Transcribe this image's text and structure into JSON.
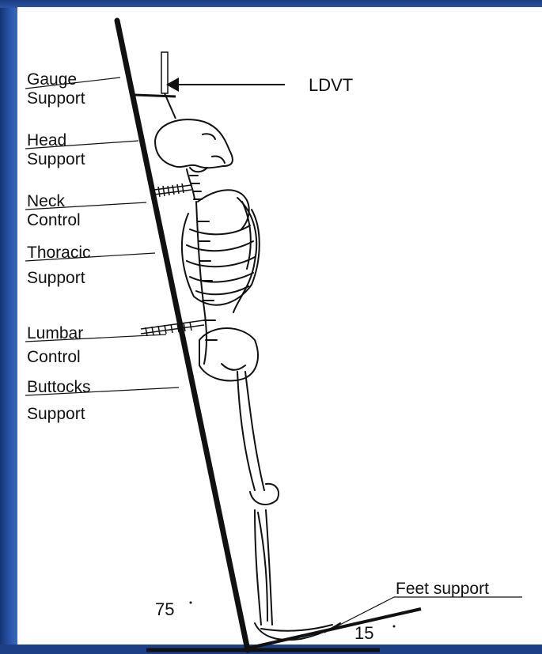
{
  "labels": {
    "gauge_1": "Gauge",
    "gauge_2": "Support",
    "head_1": "Head",
    "head_2": "Support",
    "neck_1": "Neck",
    "neck_2": "Control",
    "thoracic_1": "Thoracic",
    "thoracic_2": "Support",
    "lumbar_1": "Lumbar",
    "lumbar_2": "Control",
    "buttocks_1": "Buttocks",
    "buttocks_2": "Support",
    "ldvt": "LDVT",
    "feet": "Feet support",
    "angle_board": "75",
    "angle_foot": "15"
  },
  "colors": {
    "background": "#1d3f86",
    "paper": "#ffffff",
    "ink": "#111111"
  }
}
